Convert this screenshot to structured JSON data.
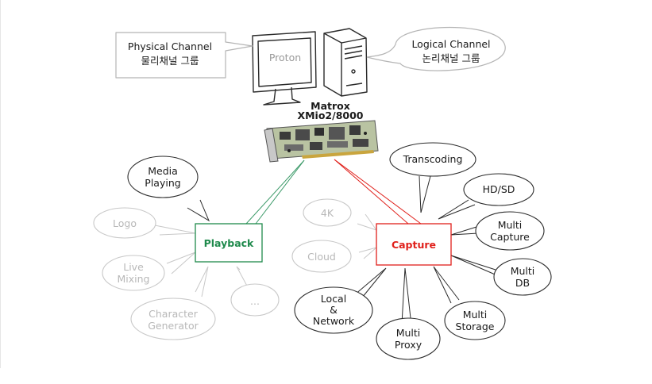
{
  "computer": {
    "screen_label": "Proton"
  },
  "callouts": {
    "physical": {
      "line1": "Physical Channel",
      "line2": "물리채널 그룹"
    },
    "logical": {
      "line1": "Logical Channel",
      "line2": "논리채널 그룹"
    }
  },
  "card": {
    "line1": "Matrox",
    "line2": "XMio2/8000"
  },
  "hubs": {
    "playback": {
      "label": "Playback",
      "color": "#1f8a4c"
    },
    "capture": {
      "label": "Capture",
      "color": "#e0201b"
    }
  },
  "playback_nodes": {
    "media_playing": {
      "lines": [
        "Media",
        "Playing"
      ]
    },
    "logo": {
      "lines": [
        "Logo"
      ]
    },
    "live_mixing": {
      "lines": [
        "Live",
        "Mixing"
      ]
    },
    "character_generator": {
      "lines": [
        "Character",
        "Generator"
      ]
    },
    "more": {
      "lines": [
        "..."
      ]
    }
  },
  "capture_nodes": {
    "k4": {
      "lines": [
        "4K"
      ]
    },
    "cloud": {
      "lines": [
        "Cloud"
      ]
    },
    "transcoding": {
      "lines": [
        "Transcoding"
      ]
    },
    "hd_sd": {
      "lines": [
        "HD/SD"
      ]
    },
    "multi_capture": {
      "lines": [
        "Multi",
        "Capture"
      ]
    },
    "multi_db": {
      "lines": [
        "Multi",
        "DB"
      ]
    },
    "multi_storage": {
      "lines": [
        "Multi",
        "Storage"
      ]
    },
    "multi_proxy": {
      "lines": [
        "Multi",
        "Proxy"
      ]
    },
    "local_network": {
      "lines": [
        "Local",
        "&",
        "Network"
      ]
    }
  }
}
